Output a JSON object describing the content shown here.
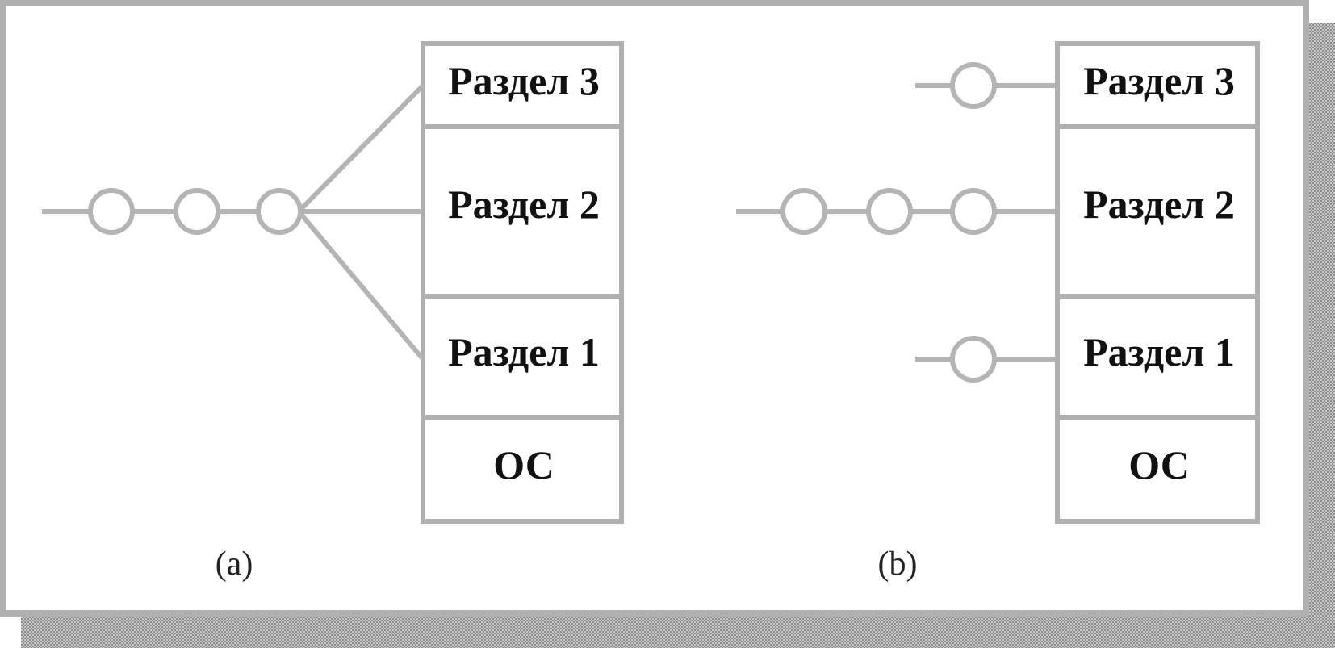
{
  "colors": {
    "frame": "#b0b0b0",
    "shadow": "#9a9a9a",
    "line": "#b4b4b4",
    "box_border": "#b0b0b0",
    "text": "#111111"
  },
  "panel_a": {
    "partitions": [
      "Раздел 3",
      "Раздел 2",
      "Раздел 1",
      "ОС"
    ],
    "caption": "(a)"
  },
  "panel_b": {
    "partitions": [
      "Раздел 3",
      "Раздел 2",
      "Раздел 1",
      "ОС"
    ],
    "caption": "(b)"
  }
}
